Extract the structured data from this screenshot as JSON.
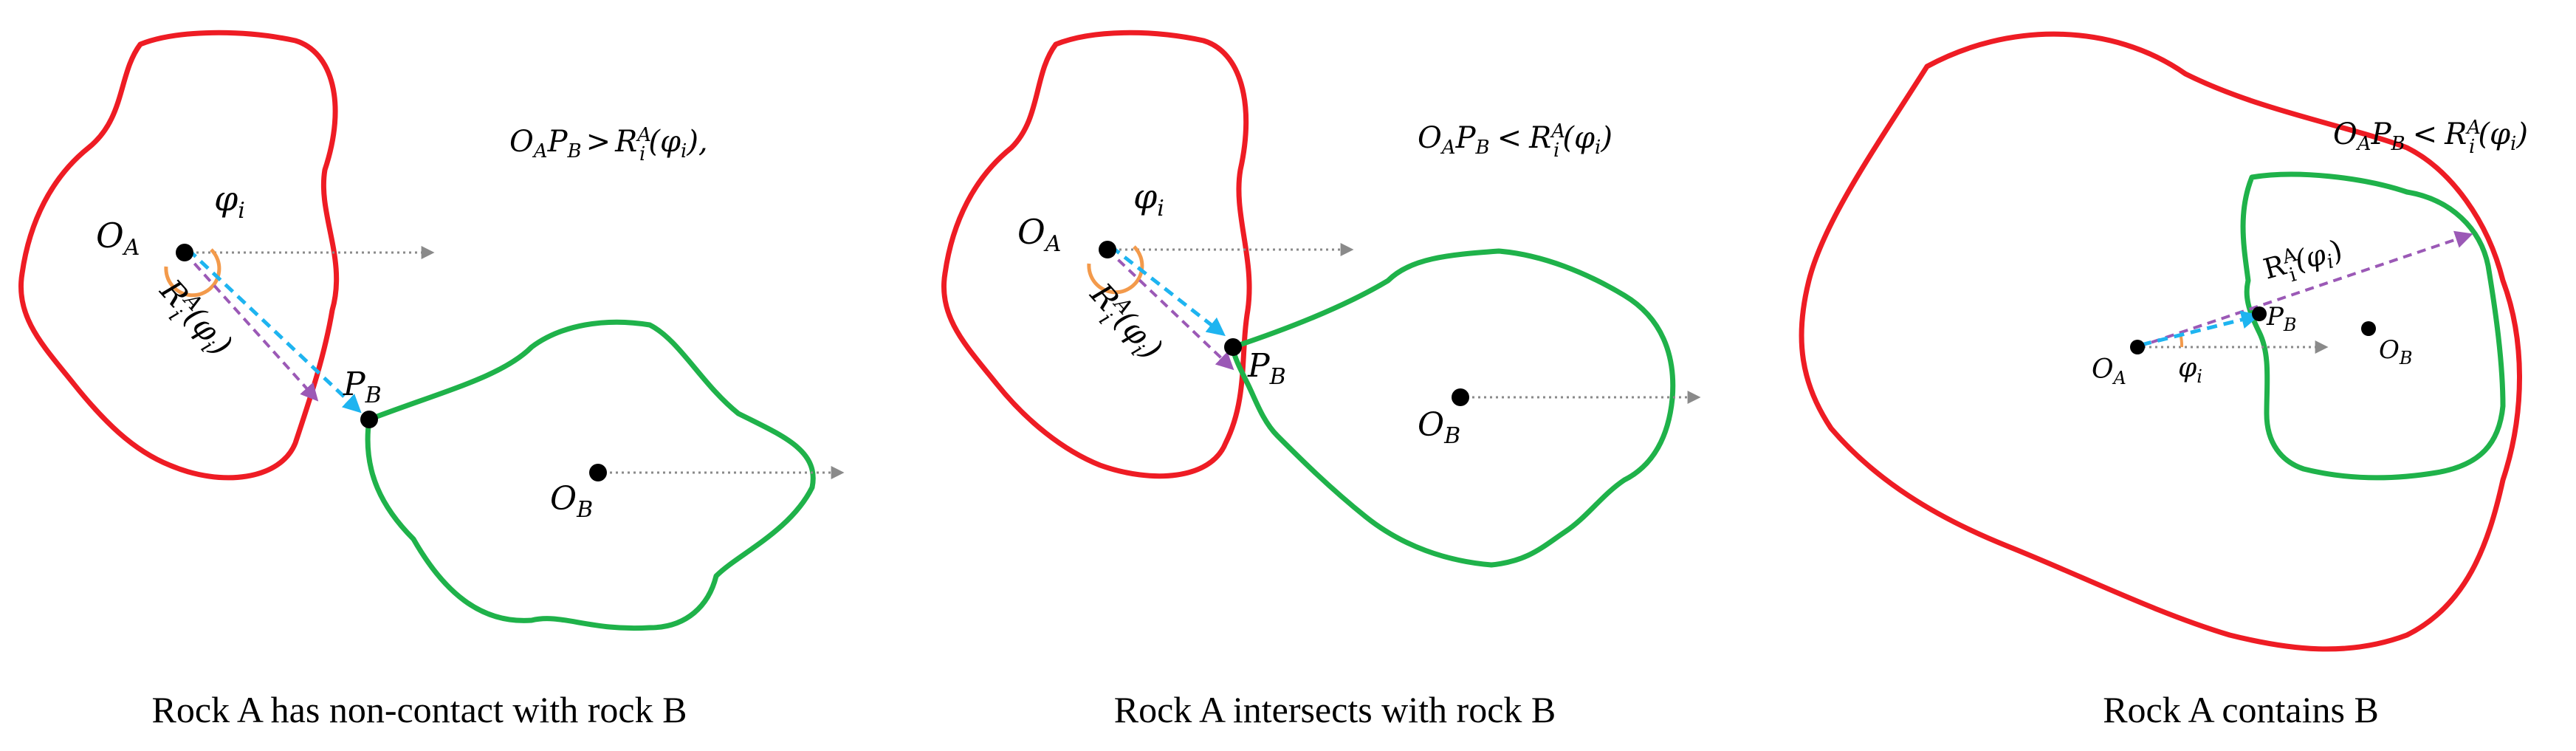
{
  "panels": [
    {
      "caption": "Rock A has non-contact with rock B",
      "condition": {
        "lhs": "O",
        "lhs_sub1": "A",
        "lhs_p": "P",
        "lhs_sub2": "B",
        "op": ">",
        "rhs": "R",
        "rhs_sub": "i",
        "rhs_sup": "A",
        "rhs_arg": "(φ",
        "rhs_arg_sub": "i",
        "rhs_close": "),",
        "tail": ""
      },
      "OA": {
        "base": "O",
        "sub": "A"
      },
      "OB": {
        "base": "O",
        "sub": "B"
      },
      "PB": {
        "base": "P",
        "sub": "B"
      },
      "phi": {
        "base": "φ",
        "sub": "i"
      },
      "R": {
        "base": "R",
        "sup": "A",
        "sub": "i",
        "arg": "(φ",
        "arg_sub": "i",
        "close": ")"
      }
    },
    {
      "caption": "Rock A intersects with rock B",
      "condition": {
        "lhs": "O",
        "lhs_sub1": "A",
        "lhs_p": "P",
        "lhs_sub2": "B",
        "op": "<",
        "rhs": "R",
        "rhs_sub": "i",
        "rhs_sup": "A",
        "rhs_arg": "(φ",
        "rhs_arg_sub": "i",
        "rhs_close": ")",
        "tail": ""
      },
      "OA": {
        "base": "O",
        "sub": "A"
      },
      "OB": {
        "base": "O",
        "sub": "B"
      },
      "PB": {
        "base": "P",
        "sub": "B"
      },
      "phi": {
        "base": "φ",
        "sub": "i"
      },
      "R": {
        "base": "R",
        "sup": "A",
        "sub": "i",
        "arg": "(φ",
        "arg_sub": "i",
        "close": ")"
      }
    },
    {
      "caption": "Rock A contains B",
      "condition": {
        "lhs": "O",
        "lhs_sub1": "A",
        "lhs_p": "P",
        "lhs_sub2": "B",
        "op": "<",
        "rhs": "R",
        "rhs_sub": "i",
        "rhs_sup": "A",
        "rhs_arg": "(φ",
        "rhs_arg_sub": "i",
        "rhs_close": ")",
        "tail": ""
      },
      "OA": {
        "base": "O",
        "sub": "A"
      },
      "OB": {
        "base": "O",
        "sub": "B"
      },
      "PB": {
        "base": "P",
        "sub": "B"
      },
      "phi": {
        "base": "φ",
        "sub": "i"
      },
      "R": {
        "base": "R",
        "sup": "A",
        "sub": "i",
        "arg": "(φ",
        "arg_sub": "i",
        "close": ")"
      }
    }
  ],
  "colors": {
    "rock_a": "#ee1c24",
    "rock_b": "#1fb24a",
    "arrow_cyan": "#1eb4f0",
    "radius_purple": "#9b59b6",
    "axis_gray": "#8a8a8a",
    "angle_orange": "#f39a4b"
  }
}
